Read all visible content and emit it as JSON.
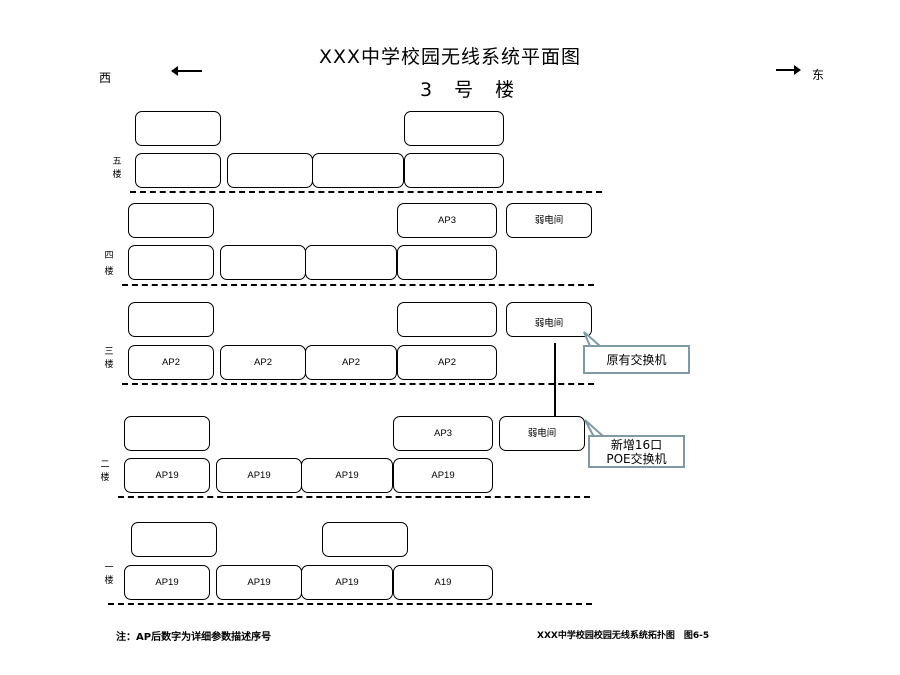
{
  "title": "XXX中学校园无线系统平面图",
  "subtitle": "3 号 楼",
  "directions": {
    "west": "西",
    "east": "东"
  },
  "floors": [
    {
      "label": "五楼",
      "chars": [
        "五",
        "楼"
      ]
    },
    {
      "label": "四楼",
      "chars": [
        "四",
        "楼"
      ]
    },
    {
      "label": "三楼",
      "chars": [
        "三",
        "楼"
      ]
    },
    {
      "label": "二楼",
      "chars": [
        "二",
        "楼"
      ]
    },
    {
      "label": "一楼",
      "chars": [
        "一",
        "楼"
      ]
    }
  ],
  "rooms": {
    "f5": [
      "",
      "",
      "",
      "",
      "",
      ""
    ],
    "f4": [
      "",
      "AP3",
      "弱电间",
      "",
      "",
      "",
      ""
    ],
    "f3": [
      "",
      "",
      "弱电间",
      "AP2",
      "AP2",
      "AP2",
      "AP2"
    ],
    "f2": [
      "",
      "AP3",
      "弱电间",
      "AP19",
      "AP19",
      "AP19",
      "AP19"
    ],
    "f1": [
      "",
      "",
      "AP19",
      "AP19",
      "AP19",
      "A19"
    ]
  },
  "callouts": {
    "existing_switch": "原有交换机",
    "new_switch_line1": "新增16口",
    "new_switch_line2": "POE交换机"
  },
  "footer": {
    "note_prefix": "注：",
    "note_text": "AP后数字为详细参数描述序号",
    "figure_caption": "XXX中学校园校园无线系统拓扑图　图6-5"
  }
}
